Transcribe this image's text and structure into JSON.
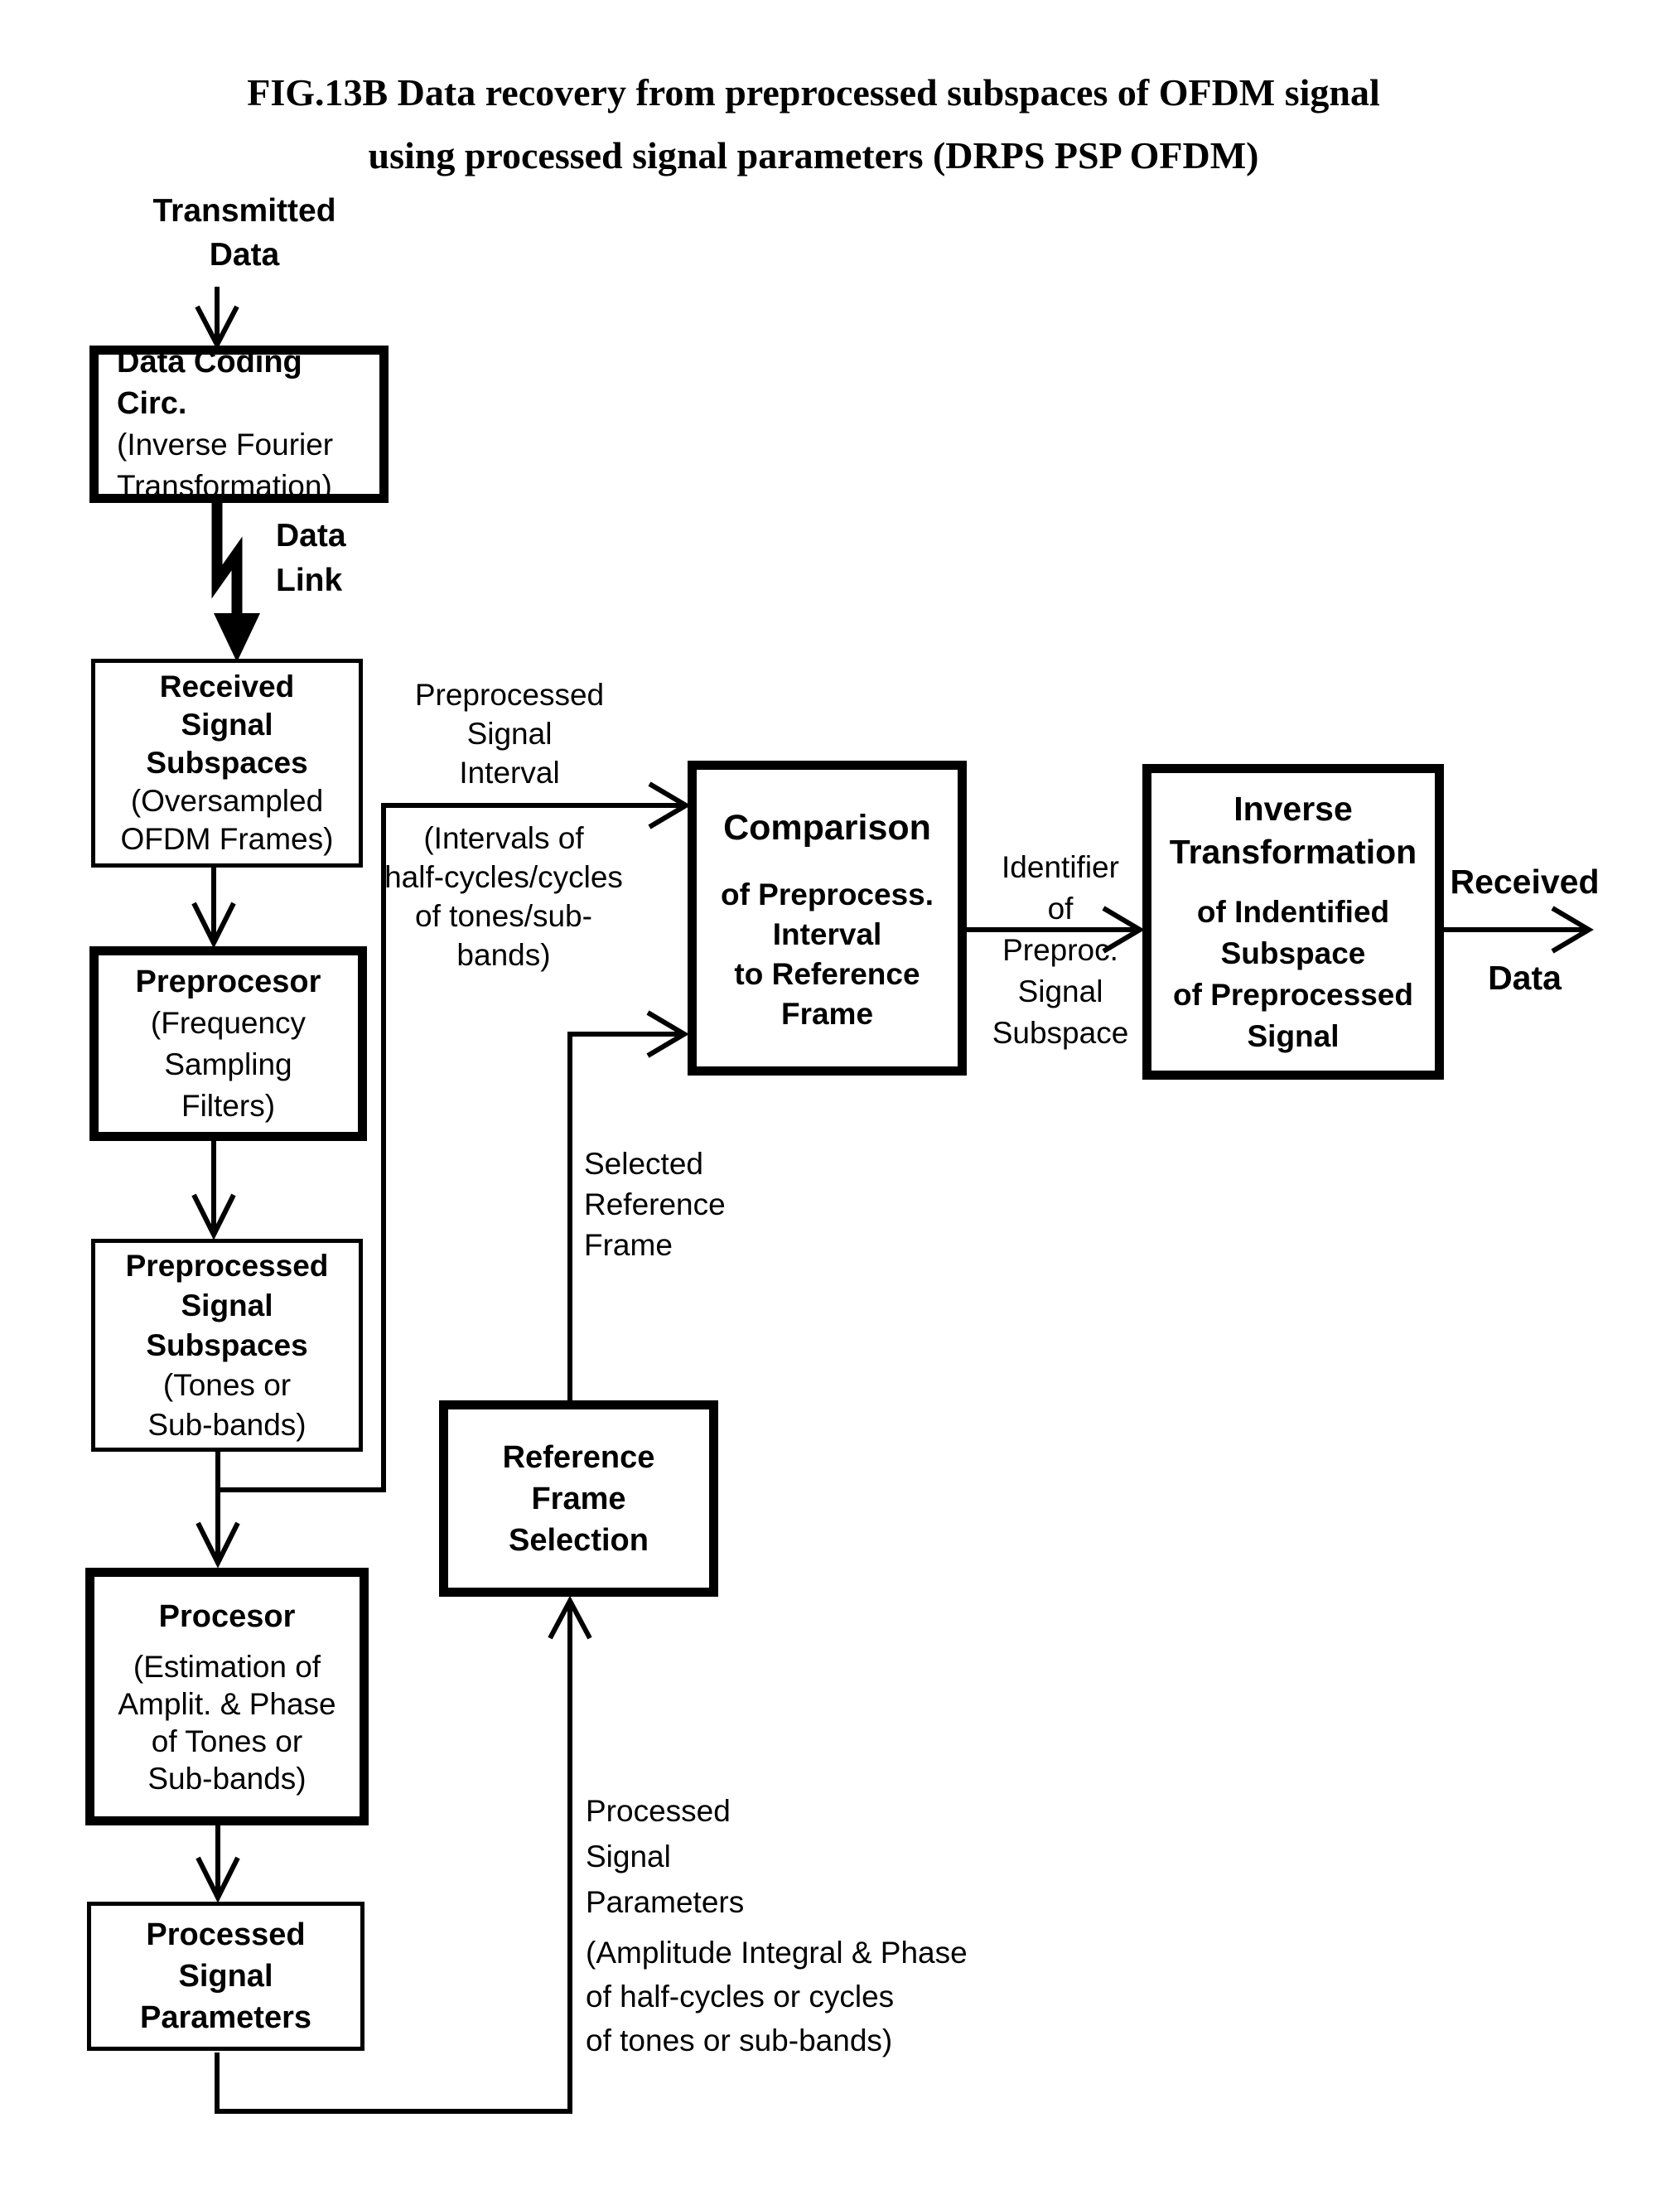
{
  "figure": {
    "title_line1": "FIG.13B Data recovery from preprocessed subspaces of OFDM signal",
    "title_line2": "using processed signal parameters (DRPS PSP OFDM)"
  },
  "colors": {
    "ink": "#000000",
    "paper": "#ffffff"
  },
  "boxes": {
    "data_coding": {
      "lines": [
        "Data Coding Circ.",
        "(Inverse Fourier",
        "Transformation)"
      ]
    },
    "received_signal": {
      "lines": [
        "Received",
        "Signal",
        "Subspaces",
        "(Oversampled",
        "OFDM Frames)"
      ]
    },
    "preprocesor": {
      "lines": [
        "Preprocesor",
        "(Frequency",
        "Sampling",
        "Filters)"
      ]
    },
    "preprocessed_ss": {
      "lines": [
        "Preprocessed",
        "Signal",
        "Subspaces",
        "(Tones or",
        "Sub-bands)"
      ]
    },
    "procesor": {
      "lines": [
        "Procesor",
        "(Estimation of",
        "Amplit. & Phase",
        "of Tones or",
        "Sub-bands)"
      ]
    },
    "processed_sp": {
      "lines": [
        "Processed",
        "Signal",
        "Parameters"
      ]
    },
    "comparison": {
      "lines": [
        "Comparison",
        "of Preprocess.",
        "Interval",
        "to Reference",
        "Frame"
      ]
    },
    "inverse": {
      "lines": [
        "Inverse",
        "Transformation",
        "of Indentified",
        "Subspace",
        "of Preprocessed",
        "Signal"
      ]
    },
    "reference_frame": {
      "lines": [
        "Reference",
        "Frame",
        "Selection"
      ]
    }
  },
  "labels": {
    "transmitted_data": [
      "Transmitted",
      "Data"
    ],
    "data_link": [
      "Data",
      "Link"
    ],
    "preprocessed_interval": [
      "Preprocessed",
      "Signal",
      "Interval"
    ],
    "intervals_detail": [
      "(Intervals of",
      "half-cycles/cycles",
      "of tones/sub-bands)"
    ],
    "identifier": [
      "Identifier",
      "of",
      "Preproc.",
      "Signal",
      "Subspace"
    ],
    "received_data": [
      "Received",
      "Data"
    ],
    "selected_reference": [
      "Selected",
      "Reference",
      "Frame"
    ],
    "processed_params": [
      "Processed",
      "Signal",
      "Parameters"
    ],
    "processed_params_detail": [
      "(Amplitude Integral & Phase",
      "of half-cycles or cycles",
      "of tones or sub-bands)"
    ]
  }
}
